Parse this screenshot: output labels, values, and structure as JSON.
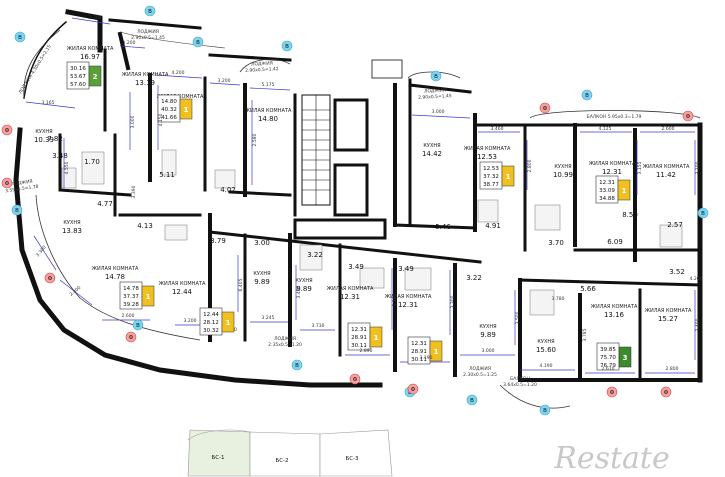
{
  "rooms": [
    {
      "id": "r1",
      "l": "ЖИЛАЯ КОМНАТА",
      "a": "16.97"
    },
    {
      "id": "r2",
      "l": "ЖИЛАЯ КОМНАТА",
      "a": "13.19"
    },
    {
      "id": "r3",
      "l": "ЖИЛАЯ КОМНАТА",
      "a": "16.61"
    },
    {
      "id": "r4",
      "l": "ЖИЛАЯ КОМНАТА",
      "a": "14.80"
    },
    {
      "id": "r5",
      "l": "КУХНЯ",
      "a": "10.39"
    },
    {
      "id": "r6",
      "l": "КУХНЯ",
      "a": "13.83"
    },
    {
      "id": "r7",
      "l": "ЖИЛАЯ КОМНАТА",
      "a": "14.78"
    },
    {
      "id": "r8",
      "l": "ЖИЛАЯ КОМНАТА",
      "a": "12.44"
    },
    {
      "id": "r9",
      "l": "КУХНЯ",
      "a": "9.89"
    },
    {
      "id": "r10",
      "l": "КУХНЯ",
      "a": "9.89"
    },
    {
      "id": "r11",
      "l": "ЖИЛАЯ КОМНАТА",
      "a": "12.31"
    },
    {
      "id": "r12",
      "l": "ЖИЛАЯ КОМНАТА",
      "a": "12.31"
    },
    {
      "id": "r13",
      "l": "КУХНЯ",
      "a": "9.89"
    },
    {
      "id": "r14",
      "l": "КУХНЯ",
      "a": "15.60"
    },
    {
      "id": "r15",
      "l": "КУХНЯ",
      "a": "14.42"
    },
    {
      "id": "r16",
      "l": "ЖИЛАЯ КОМНАТА",
      "a": "12.53"
    },
    {
      "id": "r17",
      "l": "КУХНЯ",
      "a": "10.99"
    },
    {
      "id": "r18",
      "l": "ЖИЛАЯ КОМНАТА",
      "a": "12.31"
    },
    {
      "id": "r19",
      "l": "ЖИЛАЯ КОМНАТА",
      "a": "11.42"
    },
    {
      "id": "r20",
      "l": "ЖИЛАЯ КОМНАТА",
      "a": "13.16"
    },
    {
      "id": "r21",
      "l": "ЖИЛАЯ КОМНАТА",
      "a": "15.27"
    }
  ],
  "small_areas": [
    "7.82",
    "3.48",
    "1.70",
    "4.77",
    "5.11",
    "4.02",
    "4.13",
    "3.79",
    "3.00",
    "3.22",
    "3.49",
    "3.49",
    "3.22",
    "5.46",
    "4.91",
    "3.70",
    "6.09",
    "8.50",
    "2.57",
    "3.52",
    "5.66"
  ],
  "loggias": [
    {
      "t1": "ЛОДЖИЯ",
      "t2": "2.90х0.5=1.45"
    },
    {
      "t1": "ЛОДЖИЯ",
      "t2": "2.90х0.5=1.42"
    },
    {
      "t1": "ЛОДЖИЯ",
      "t2": "2.90х0.5=1.45"
    },
    {
      "t1": "ЛОДЖИЯ 4.30х0.5=2.15",
      "t2": ""
    },
    {
      "t1": "ЛОДЖИЯ",
      "t2": "3.55х0.5=1.78"
    },
    {
      "t1": "ЛОДЖИЯ",
      "t2": "2.35х0.5=1.20"
    },
    {
      "t1": "ЛОДЖИЯ",
      "t2": "2.35х0.5=1.20"
    },
    {
      "t1": "ЛОДЖИЯ",
      "t2": "2.30х0.5=1.25"
    },
    {
      "t1": "БАЛКОН",
      "t2": "3.64х0.5=1.20"
    },
    {
      "t1": "БАЛКОН 5.95х0.3=1.79",
      "t2": ""
    }
  ],
  "panels": [
    {
      "v": [
        "30.16",
        "53.67",
        "57.60"
      ],
      "n": "2",
      "c": "#5aa03a"
    },
    {
      "v": [
        "14.80",
        "40.32",
        "41.66"
      ],
      "n": "1",
      "c": "#f0c020"
    },
    {
      "v": [
        "14.78",
        "37.37",
        "39.28"
      ],
      "n": "1",
      "c": "#f0c020"
    },
    {
      "v": [
        "12.44",
        "28.12",
        "30.32"
      ],
      "n": "1",
      "c": "#f0c020"
    },
    {
      "v": [
        "12.31",
        "28.91",
        "30.11"
      ],
      "n": "1",
      "c": "#f0c020"
    },
    {
      "v": [
        "12.31",
        "28.91",
        "30.11"
      ],
      "n": "1",
      "c": "#f0c020"
    },
    {
      "v": [
        "12.53",
        "37.32",
        "38.77"
      ],
      "n": "1",
      "c": "#f0c020"
    },
    {
      "v": [
        "12.31",
        "33.09",
        "34.88"
      ],
      "n": "1",
      "c": "#f0c020"
    },
    {
      "v": [
        "39.85",
        "75.70",
        "76.79"
      ],
      "n": "3",
      "c": "#3d8a2a"
    }
  ],
  "dims": [
    "3.200",
    "3.200",
    "4.200",
    "3.200",
    "5.175",
    "3.165",
    "4.550",
    "3.000",
    "4.150",
    "2.580",
    "3.000",
    "3.460",
    "4.125",
    "2.600",
    "2.800",
    "3.155",
    "3.100",
    "2.600",
    "3.200",
    "3.245",
    "3.730",
    "2.890",
    "3.190",
    "3.000",
    "4.190",
    "2.610",
    "2.800",
    "6.405",
    "3.470",
    "3.100",
    "3.300",
    "3.500",
    "3.400",
    "3.300",
    "2.400",
    "3.390",
    "3.785",
    "3.780",
    "4.200"
  ],
  "badges": [
    "B",
    "B",
    "B",
    "B",
    "B",
    "B",
    "B",
    "B",
    "B",
    "B",
    "B",
    "B",
    "B"
  ],
  "fmarks": [
    "Ф",
    "Ф",
    "Ф",
    "Ф",
    "Ф",
    "Ф",
    "Ф",
    "Ф",
    "Ф",
    "Ф"
  ],
  "sections": [
    "БС-1",
    "БС-2",
    "БС-3"
  ],
  "watermark": "Restate"
}
